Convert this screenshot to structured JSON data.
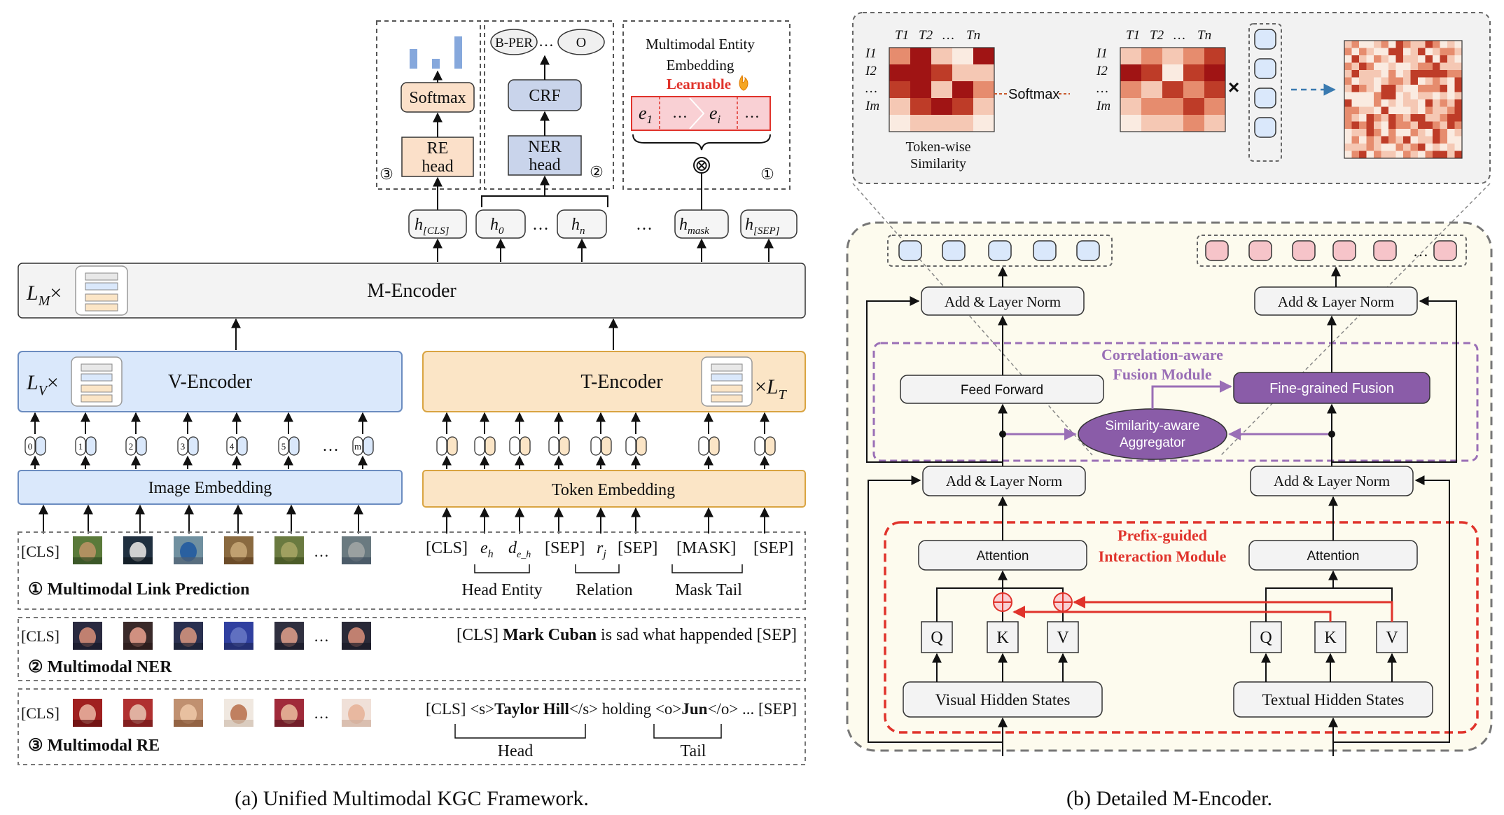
{
  "left_panel": {
    "caption": "(a) Unified Multimodal KGC Framework.",
    "m_encoder": {
      "label": "M-Encoder",
      "layers": "L",
      "layers_sub": "M"
    },
    "v_encoder": {
      "label": "V-Encoder",
      "layers": "L",
      "layers_sub": "V"
    },
    "t_encoder": {
      "label": "T-Encoder",
      "layers": "L",
      "layers_sub": "T"
    },
    "image_embedding": "Image Embedding",
    "token_embedding": "Token Embedding",
    "image_token_indices": [
      "0",
      "1",
      "2",
      "3",
      "4",
      "5",
      "…",
      "m"
    ],
    "dots": "…",
    "mul": "×",
    "heads": {
      "re": {
        "softmax": "Softmax",
        "head_line1": "RE",
        "head_line2": "head",
        "marker": "③"
      },
      "ner": {
        "crf": "CRF",
        "head_line1": "NER",
        "head_line2": "head",
        "marker": "②",
        "tag1": "B-PER",
        "tag2": "O"
      },
      "link": {
        "line1": "Multimodal Entity",
        "line2": "Embedding",
        "learnable": "Learnable",
        "e1": "e",
        "e1_sub": "1",
        "ei": "e",
        "ei_sub": "i",
        "marker": "①",
        "otimes": "⊗"
      }
    },
    "hidden": {
      "cls": "h",
      "cls_sub": "[CLS]",
      "h0": "h",
      "h0_sub": "0",
      "hn": "h",
      "hn_sub": "n",
      "mask": "h",
      "mask_sub": "mask",
      "sep": "h",
      "sep_sub": "[SEP]"
    },
    "task1": {
      "title": "① Multimodal Link Prediction",
      "cls": "[CLS]",
      "tokens": [
        "[CLS]",
        "e",
        "d",
        "[SEP]",
        "r",
        "[SEP]",
        "[MASK]",
        "[SEP]"
      ],
      "token_subs": [
        "",
        "h",
        "e_h",
        "",
        "j",
        "",
        "",
        ""
      ],
      "groups": [
        "Head Entity",
        "Relation",
        "Mask Tail"
      ]
    },
    "task2": {
      "title": "② Multimodal NER",
      "cls": "[CLS]",
      "sentence_pre": "[CLS] ",
      "sentence_bold": "Mark Cuban",
      "sentence_post": " is sad what happended [SEP]"
    },
    "task3": {
      "title": "③ Multimodal RE",
      "cls": "[CLS]",
      "s1": "[CLS] <s>",
      "b1": "Taylor Hill",
      "s2": "</s> holding <o>",
      "b2": "Jun",
      "s3": "</o> ... [SEP]",
      "groups": [
        "Head",
        "Tail"
      ]
    }
  },
  "right_panel": {
    "caption": "(b) Detailed M-Encoder.",
    "token_wise_line1": "Token-wise",
    "token_wise_line2": "Similarity",
    "softmax": "Softmax",
    "mul": "×",
    "col_labels": [
      "T1",
      "T2",
      "…",
      "Tn"
    ],
    "row_labels": [
      "I1",
      "I2",
      "…",
      "Im"
    ],
    "add_norm": "Add & Layer Norm",
    "feed_forward": "Feed Forward",
    "fine_grained": "Fine-grained Fusion",
    "aggregator_line1": "Similarity-aware",
    "aggregator_line2": "Aggregator",
    "cafm_line1": "Correlation-aware",
    "cafm_line2": "Fusion Module",
    "pgim_line1": "Prefix-guided",
    "pgim_line2": "Interaction Module",
    "attention": "Attention",
    "q": "Q",
    "k": "K",
    "v": "V",
    "visual_hidden": "Visual Hidden States",
    "textual_hidden": "Textual Hidden States"
  },
  "colors": {
    "blue_fill": "#dae8fb",
    "blue_stroke": "#7b9cc9",
    "orange_fill": "#fbe5c6",
    "orange_stroke": "#d9a441",
    "gray_fill": "#f3f3f3",
    "purple": "#9a6fb6",
    "purple_dark": "#8a5ca8",
    "red": "#e0332b",
    "pink_fill": "#f6c4c9",
    "cream_fill": "#fdfbee"
  }
}
